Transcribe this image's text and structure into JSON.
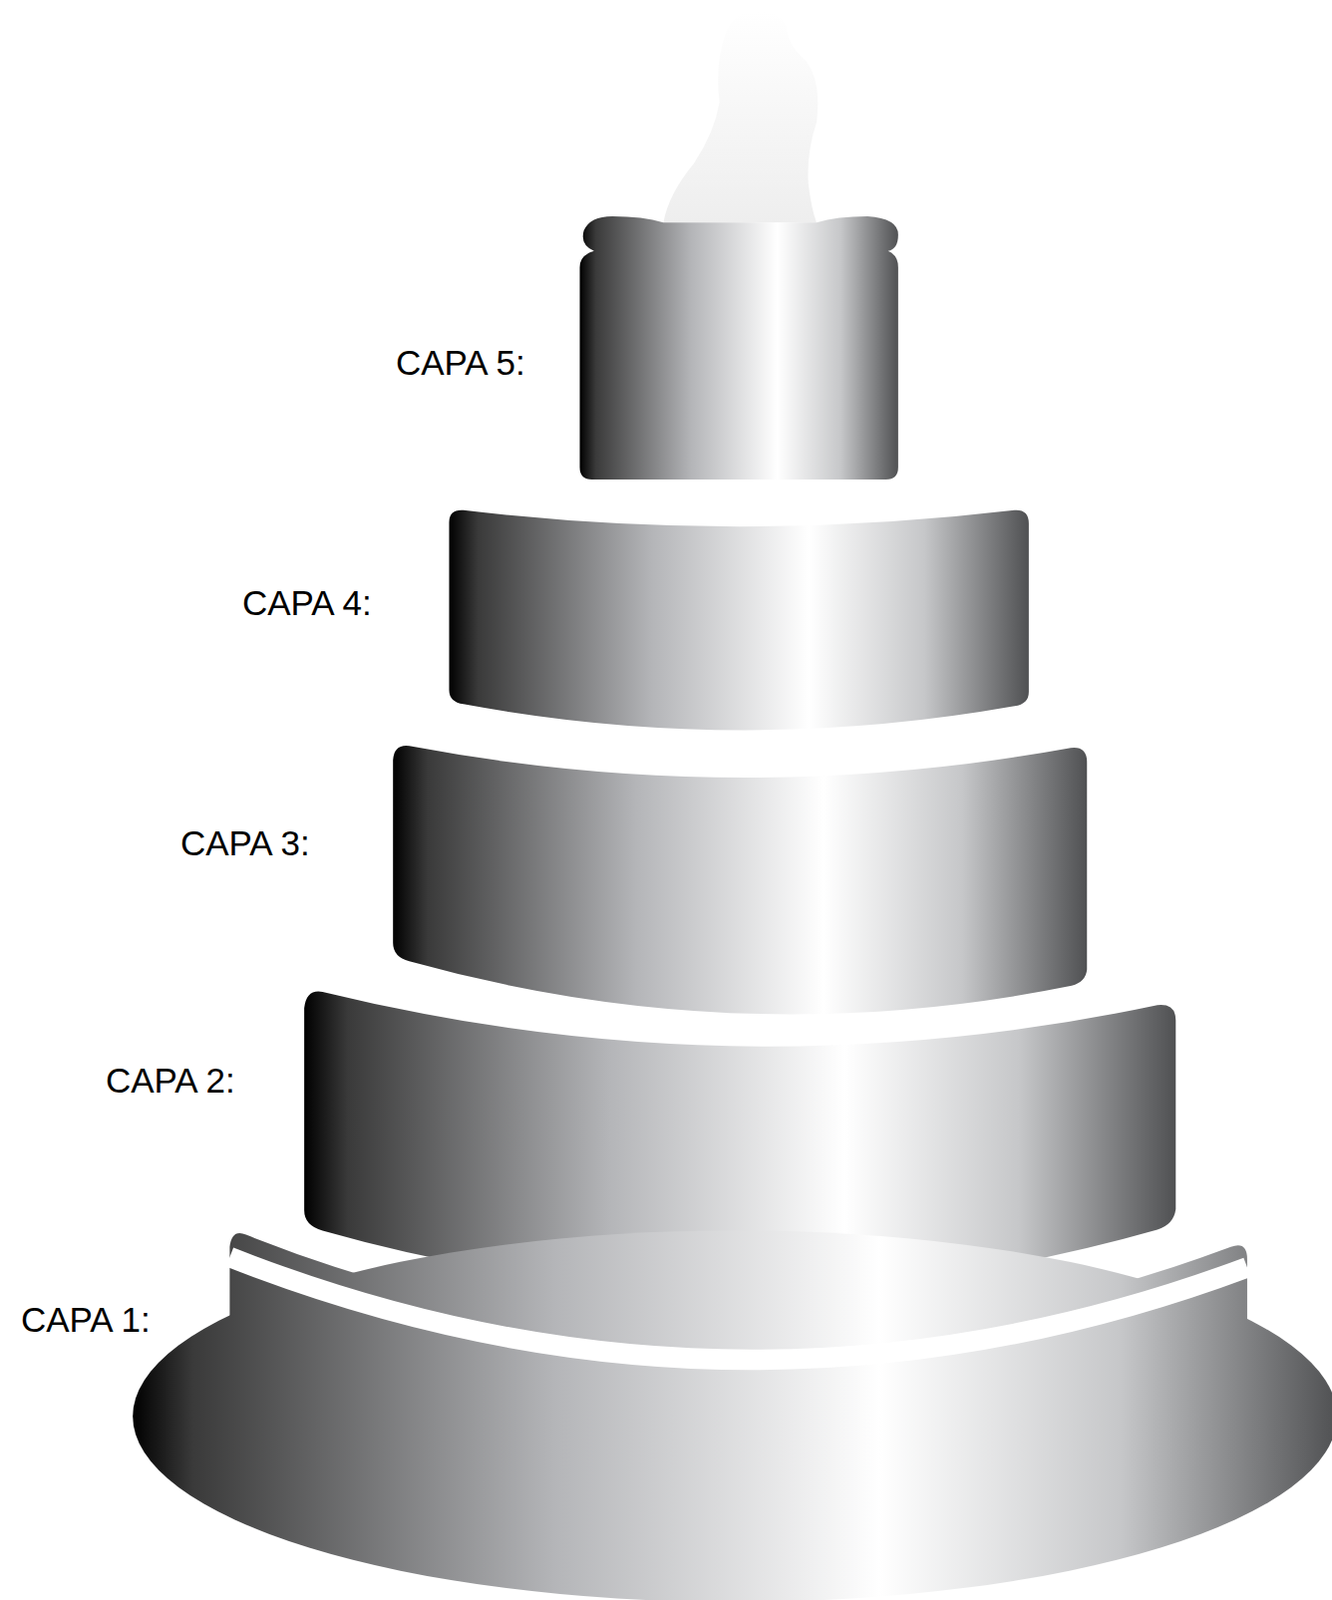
{
  "diagram": {
    "labels": [
      "CAPA 5:",
      "CAPA 4:",
      "CAPA 3:",
      "CAPA 2:",
      "CAPA 1:"
    ]
  }
}
